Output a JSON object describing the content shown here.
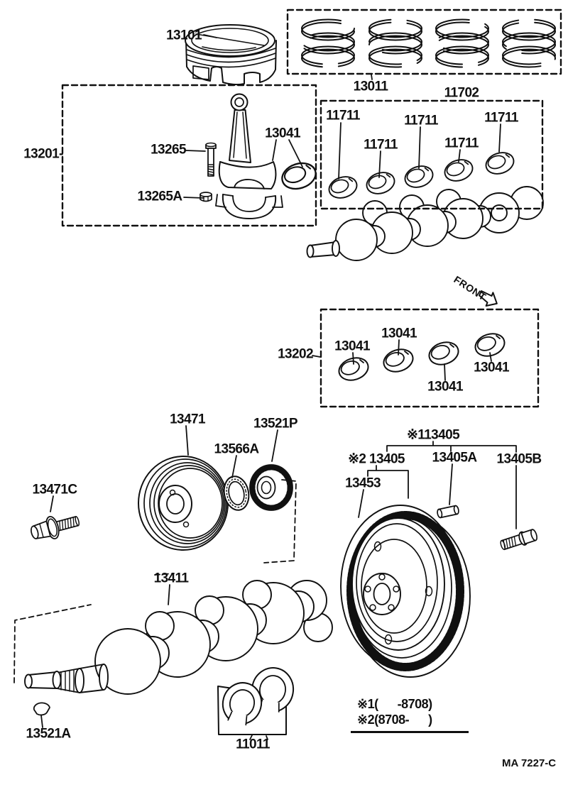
{
  "header": {
    "sheet_code": "MA 7227-C"
  },
  "piston_group": {
    "piston": "13101",
    "ring_set": "13011"
  },
  "upper_bearings": {
    "set": "11702",
    "b1": "11711",
    "b2": "11711",
    "b3": "11711",
    "b4": "11711",
    "b5": "11711"
  },
  "rod_group": {
    "assembly": "13201-",
    "bolt": "13265",
    "bearing": "13041",
    "nut": "13265A"
  },
  "lower_bearings": {
    "set": "13202",
    "b1": "13041",
    "b2": "13041",
    "b3": "13041",
    "b4": "13041"
  },
  "orientation": {
    "front": "FRONT"
  },
  "pulley_group": {
    "pulley": "13471",
    "timing_gear": "13521P",
    "plate": "13566A",
    "bolt": "13471C"
  },
  "flywheel_group": {
    "assembly": "※113405",
    "flywheel": "※2 13405",
    "dowel_pin": "13405A",
    "bolt": "13405B",
    "ring_gear": "13453"
  },
  "crankshaft_group": {
    "crankshaft": "13411",
    "key": "13521A",
    "thrust_washer_set": "11011"
  },
  "notes": {
    "line1": "※1(      -8708)",
    "line2": "※2(8708-      )"
  }
}
